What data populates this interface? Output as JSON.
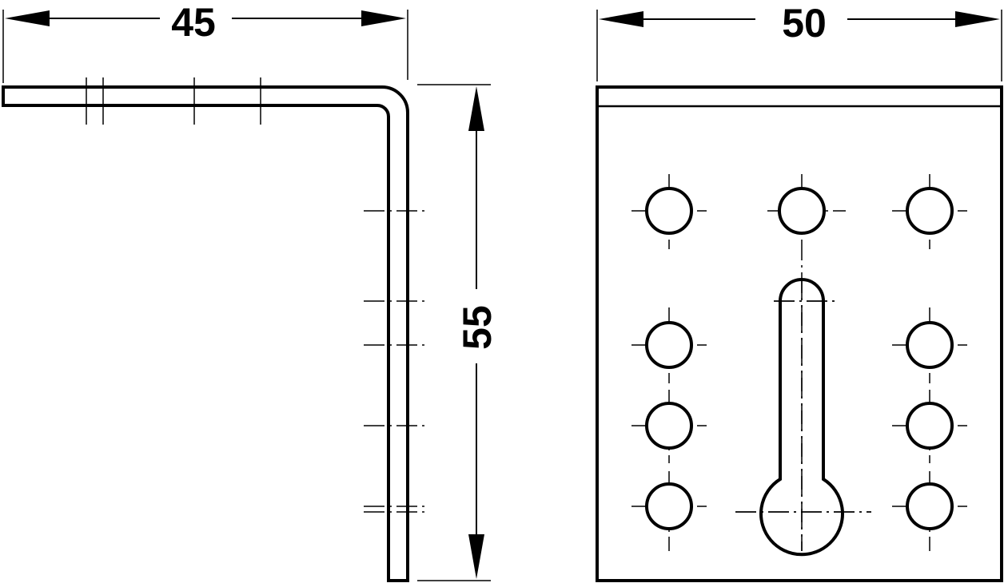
{
  "dimensions": {
    "side_width": "45",
    "height": "55",
    "front_width": "50"
  }
}
